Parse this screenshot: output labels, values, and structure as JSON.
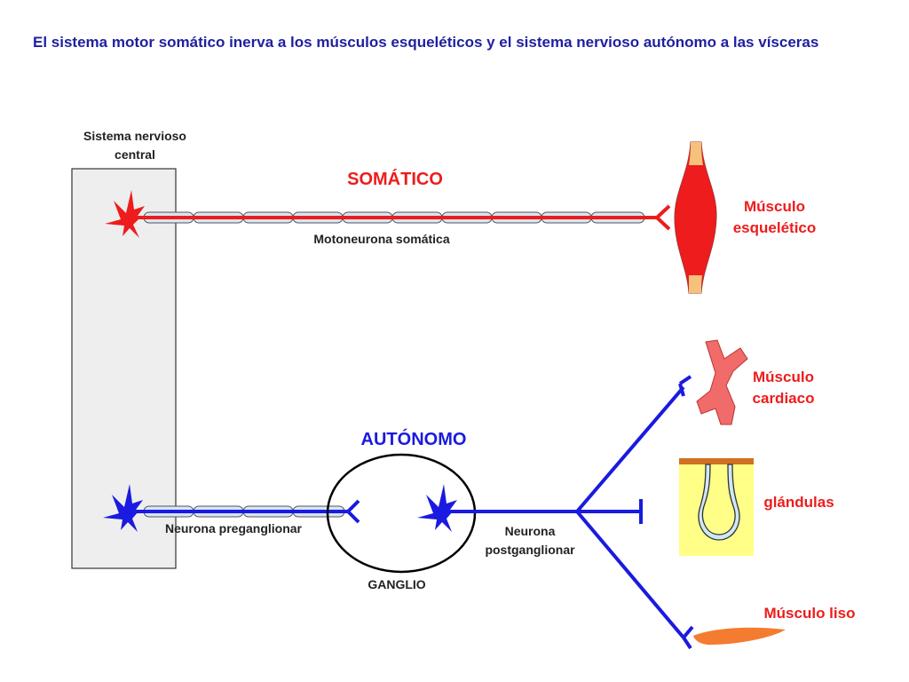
{
  "title": "El sistema motor somático inerva a los músculos esqueléticos y el sistema nervioso autónomo a las vísceras",
  "labels": {
    "cns_line1": "Sistema nervioso",
    "cns_line2": "central",
    "somatic": "SOMÁTICO",
    "somatic_neuron": "Motoneurona somática",
    "skeletal_line1": "Músculo",
    "skeletal_line2": "esquelético",
    "autonomic": "AUTÓNOMO",
    "preganglionic": "Neurona preganglionar",
    "postganglionic_line1": "Neurona",
    "postganglionic_line2": "postganglionar",
    "ganglion": "GANGLIO",
    "cardiac_line1": "Músculo",
    "cardiac_line2": "cardiaco",
    "glands": "glándulas",
    "smooth": "Músculo liso"
  },
  "colors": {
    "somatic": "#ee1c1c",
    "autonomic": "#1a1ae0",
    "cns_box": "#eeeeee",
    "myelin": "#d6e6f4",
    "gland_bg": "#ffff88",
    "smooth_muscle": "#f47c30"
  }
}
